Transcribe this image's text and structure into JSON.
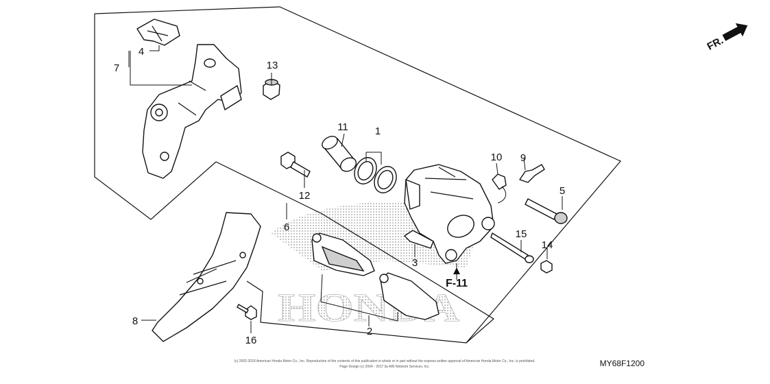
{
  "diagram": {
    "orientation_label": "FR.",
    "reference_label": "F-11",
    "diagram_code": "MY68F1200",
    "watermark_text": "HONDA",
    "copyright_line_1": "(c) 2002-2018 American Honda Motor Co., Inc. Reproduction of the contents of this publication in whole or in part without the express written approval of American Honda Motor Co., Inc. is prohibited.",
    "copyright_line_2": "Page Design (c) 2004 - 2017 by ARI Network Services, Inc.",
    "callouts": [
      "1",
      "2",
      "3",
      "4",
      "5",
      "6",
      "7",
      "8",
      "9",
      "10",
      "11",
      "12",
      "13",
      "14",
      "15",
      "16"
    ]
  }
}
